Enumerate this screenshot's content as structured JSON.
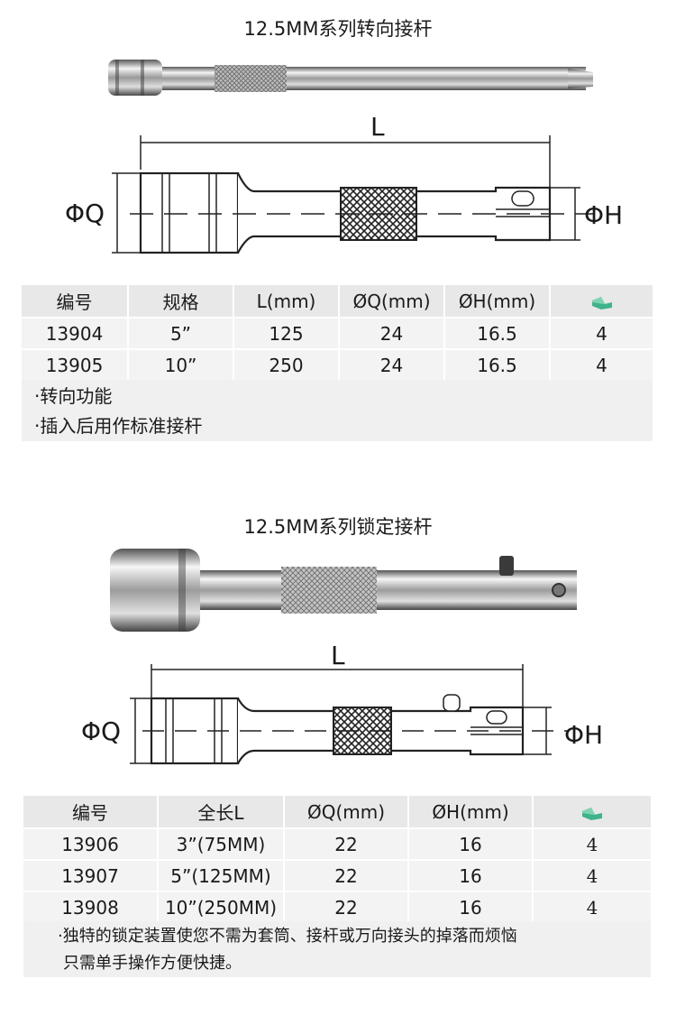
{
  "section1": {
    "title": "12.5MM系列转向接杆",
    "dim_L": "L",
    "dim_Q": "ΦQ",
    "dim_H": "ΦH",
    "headers": [
      "编号",
      "规格",
      "L(mm)",
      "ØQ(mm)",
      "ØH(mm)"
    ],
    "qty_icon": "stack-icon",
    "rows": [
      [
        "13904",
        "5”",
        "125",
        "24",
        "16.5",
        "4"
      ],
      [
        "13905",
        "10”",
        "250",
        "24",
        "16.5",
        "4"
      ]
    ],
    "notes": [
      "·转向功能",
      "·插入后用作标准接杆"
    ]
  },
  "section2": {
    "title": "12.5MM系列锁定接杆",
    "dim_L": "L",
    "dim_Q": "ΦQ",
    "dim_H": "ΦH",
    "headers": [
      "编号",
      "全长L",
      "ØQ(mm)",
      "ØH(mm)"
    ],
    "qty_icon": "stack-icon",
    "rows": [
      [
        "13906",
        "3”(75MM)",
        "22",
        "16",
        "4"
      ],
      [
        "13907",
        "5”(125MM)",
        "22",
        "16",
        "4"
      ],
      [
        "13908",
        "10”(250MM)",
        "22",
        "16",
        "4"
      ]
    ],
    "notes": [
      "·独特的锁定装置使您不需为套筒、接杆或万向接头的掉落而烦恼",
      "只需单手操作方便快捷。"
    ]
  },
  "colors": {
    "icon_green": "#3fb38a",
    "table_header": "#e8e8e8",
    "table_body": "#f3f3f3"
  }
}
